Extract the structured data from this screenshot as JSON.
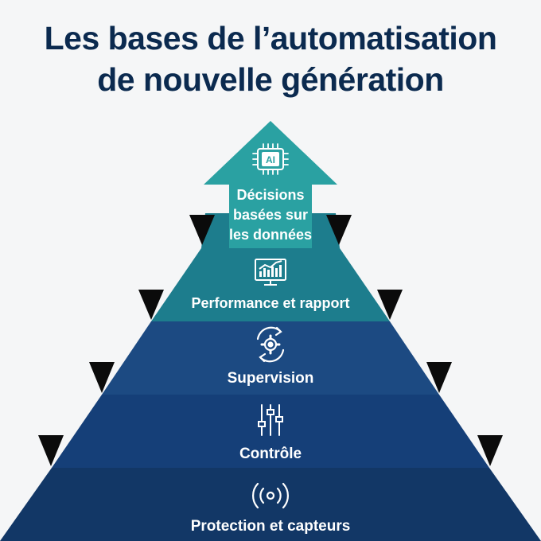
{
  "title": {
    "line1": "Les bases de l’automatisation",
    "line2": "de nouvelle génération"
  },
  "colors": {
    "title": "#0b2a4f",
    "level_protection": "#123766",
    "level_controle": "#153f78",
    "level_supervision": "#1c4a82",
    "level_performance": "#1d7d8d",
    "level_decisions": "#2aa1a2",
    "notch": "#0b0b0b"
  },
  "levels": [
    {
      "label": "Protection et capteurs",
      "icon": "sensor-signal-icon"
    },
    {
      "label": "Contrôle",
      "icon": "sliders-icon"
    },
    {
      "label": "Supervision",
      "icon": "gear-cycle-icon"
    },
    {
      "label": "Performance et rapport",
      "icon": "chart-monitor-icon"
    },
    {
      "label_lines": [
        "Décisions",
        "basées sur",
        "les données"
      ],
      "icon": "ai-chip-icon",
      "chip_text": "AI"
    }
  ]
}
